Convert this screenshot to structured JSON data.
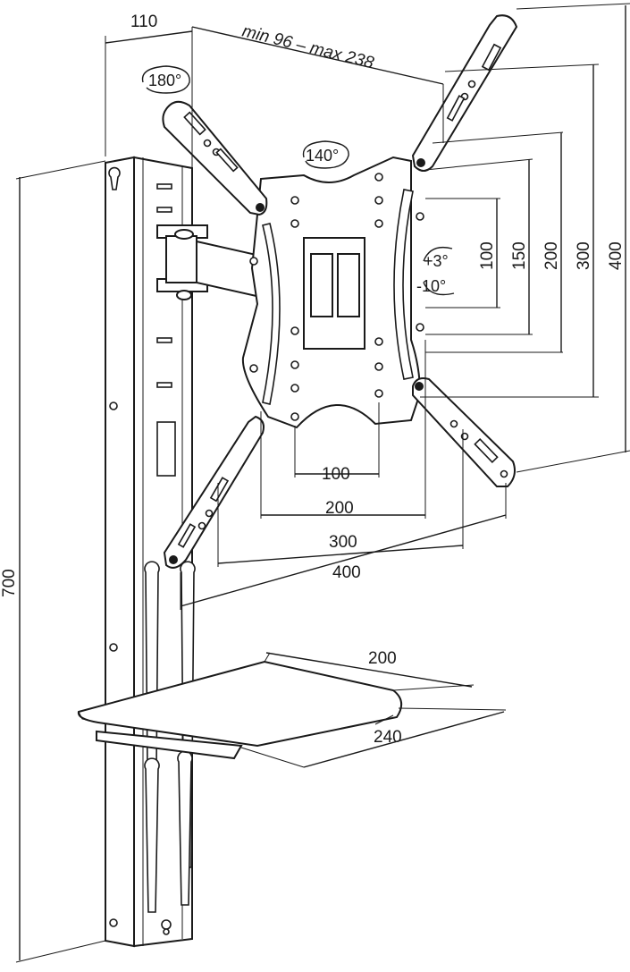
{
  "labels": {
    "wall_offset": "110",
    "extension_range": "min 96 – max 238",
    "swivel": "180°",
    "rotation": "140°",
    "tilt_up": "+3°",
    "tilt_down": "-10°",
    "height": "700",
    "shelf_depth": "200",
    "shelf_width": "240"
  },
  "vesa_horizontal": [
    "100",
    "200",
    "300",
    "400"
  ],
  "vesa_vertical": [
    "100",
    "150",
    "200",
    "300",
    "400"
  ]
}
